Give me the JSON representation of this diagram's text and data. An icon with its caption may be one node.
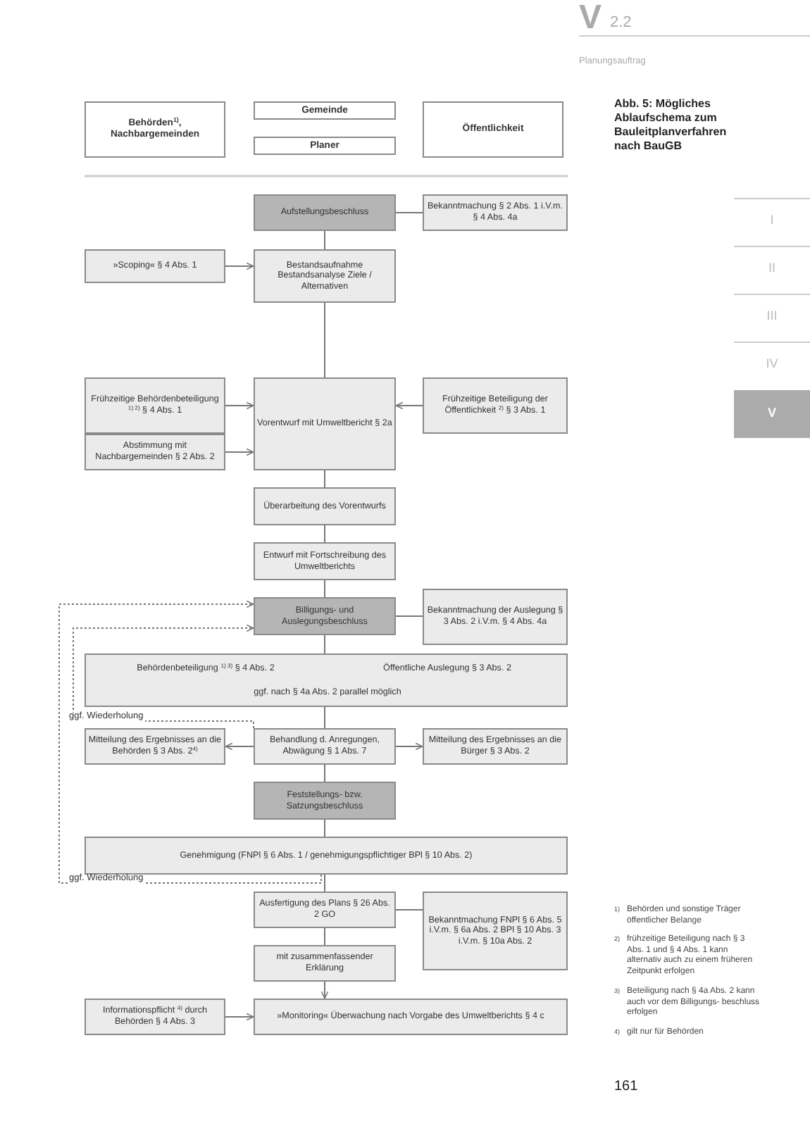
{
  "diagram": {
    "title": "Abb. 5: Mögliches Ablaufschema zum Bauleitplanverfahren nach BauGB",
    "nodes": [
      {
        "text": [
          "Behörden$^{1)}$, Nachbargemeinden"
        ]
      },
      {
        "text": [
          "Gemeinde"
        ]
      },
      {
        "text": [
          "Planer"
        ]
      },
      {
        "text": [
          "Öffentlichkeit"
        ]
      },
      {
        "text": [
          "Aufstellungsbeschluss"
        ]
      },
      {
        "text": [
          "Bekanntmachung § 2 Abs. 1 i.V.m. § 4 Abs. 4a"
        ]
      },
      {
        "text": [
          "»Scoping« § 4 Abs. 1"
        ]
      },
      {
        "text": [
          "Bestandsaufnahme Bestandsanalyse Ziele / Alternativen"
        ]
      },
      {
        "text": [
          "Frühzeitige Behördenbeteiligung $^{1) 2)}$ § 4 Abs. 1"
        ]
      },
      {
        "text": [
          "Abstimmung mit Nachbargemeinden § 2 Abs. 2"
        ]
      },
      {
        "text": [
          "Vorentwurf mit Umweltbericht § 2a"
        ]
      },
      {
        "text": [
          "Frühzeitige Beteiligung der Öffentlichkeit $^{2)}$ § 3 Abs. 1"
        ]
      },
      {
        "text": [
          "Überarbeitung des Vorentwurfs"
        ]
      },
      {
        "text": [
          "Entwurf mit Fortschreibung des Umweltberichts"
        ]
      },
      {
        "text": [
          "Billigungs- und Auslegungsbeschluss"
        ]
      },
      {
        "text": [
          "Bekanntmachung der Auslegung § 3 Abs. 2 i.V.m. § 4 Abs. 4a"
        ]
      },
      {
        "text": [
          "Behördenbeteiligung $^{1) 3)}$ § 4 Abs. 2",
          "Öffentliche Auslegung § 3 Abs. 2",
          "ggf. nach § 4a Abs. 2 parallel möglich"
        ]
      },
      {
        "text": [
          "Mitteilung des Ergebnisses an die Behörden § 3 Abs. 2$^{4)}$"
        ]
      },
      {
        "text": [
          "Behandlung d. Anregungen, Abwägung § 1 Abs. 7"
        ]
      },
      {
        "text": [
          "Mitteilung des Ergebnisses an die Bürger § 3 Abs. 2"
        ]
      },
      {
        "text": [
          "Feststellungs- bzw. Satzungsbeschluss"
        ]
      },
      {
        "text": [
          "Genehmigung (FNPl § 6 Abs. 1 / genehmigungspflichtiger BPl § 10 Abs. 2)"
        ]
      },
      {
        "text": [
          "Ausfertigung des Plans § 26 Abs. 2 GO"
        ]
      },
      {
        "text": [
          "Bekanntmachung FNPl § 6 Abs. 5 i.V.m. § 6a Abs. 2 BPl § 10 Abs. 3 i.V.m. § 10a Abs. 2"
        ]
      },
      {
        "text": [
          "mit zusammenfassender Erklärung"
        ]
      },
      {
        "text": [
          "Informationspflicht $^{4)}$ durch Behörden § 4 Abs. 3"
        ]
      },
      {
        "text": [
          "»Monitoring« Überwachung nach Vorgabe des Umweltberichts § 4 c"
        ]
      }
    ],
    "edges": [
      {
        "from": 4,
        "to": 5,
        "arrow": "none"
      },
      {
        "from": 4,
        "to": 7,
        "arrow": "none"
      },
      {
        "from": 6,
        "to": 7,
        "arrow": "to"
      },
      {
        "from": 7,
        "to": 10,
        "arrow": "none"
      },
      {
        "from": 8,
        "to": 10,
        "arrow": "to"
      },
      {
        "from": 9,
        "to": 10,
        "arrow": "to"
      },
      {
        "from": 11,
        "to": 10,
        "arrow": "to"
      },
      {
        "from": 10,
        "to": 12,
        "arrow": "none"
      },
      {
        "from": 12,
        "to": 13,
        "arrow": "none"
      },
      {
        "from": 13,
        "to": 14,
        "arrow": "none"
      },
      {
        "from": 14,
        "to": 15,
        "arrow": "none"
      },
      {
        "from": 14,
        "to": 16,
        "arrow": "none"
      },
      {
        "from": 16,
        "to": 18,
        "arrow": "none"
      },
      {
        "from": 18,
        "to": 17,
        "arrow": "to"
      },
      {
        "from": 18,
        "to": 19,
        "arrow": "to"
      },
      {
        "from": 18,
        "to": 20,
        "arrow": "none"
      },
      {
        "from": 20,
        "to": 21,
        "arrow": "none"
      },
      {
        "from": 21,
        "to": 22,
        "arrow": "none"
      },
      {
        "from": 22,
        "to": 23,
        "arrow": "none"
      },
      {
        "from": 22,
        "to": 24,
        "arrow": "none"
      },
      {
        "from": 24,
        "to": 26,
        "arrow": "to"
      },
      {
        "from": 25,
        "to": 26,
        "arrow": "to"
      },
      {
        "from": 18,
        "to": 14,
        "arrow": "to",
        "label": "ggf. Wiederholung",
        "style": "dashed"
      },
      {
        "from": 21,
        "to": 14,
        "arrow": "to",
        "label": "ggf. Wiederholung",
        "style": "dashed"
      }
    ],
    "labels": [
      "V",
      "2.2",
      "Planungsauftrag",
      "I",
      "II",
      "III",
      "IV",
      "V",
      "1)",
      "Behörden und sonstige Träger öffentlicher Belange",
      "2)",
      "frühzeitige Beteiligung nach § 3 Abs. 1 und § 4 Abs. 1 kann alternativ auch zu einem früheren Zeitpunkt erfolgen",
      "3)",
      "Beteiligung nach § 4a Abs. 2 kann auch vor dem Billigungs- beschluss erfolgen",
      "4)",
      "gilt nur für Behörden",
      "161"
    ]
  }
}
